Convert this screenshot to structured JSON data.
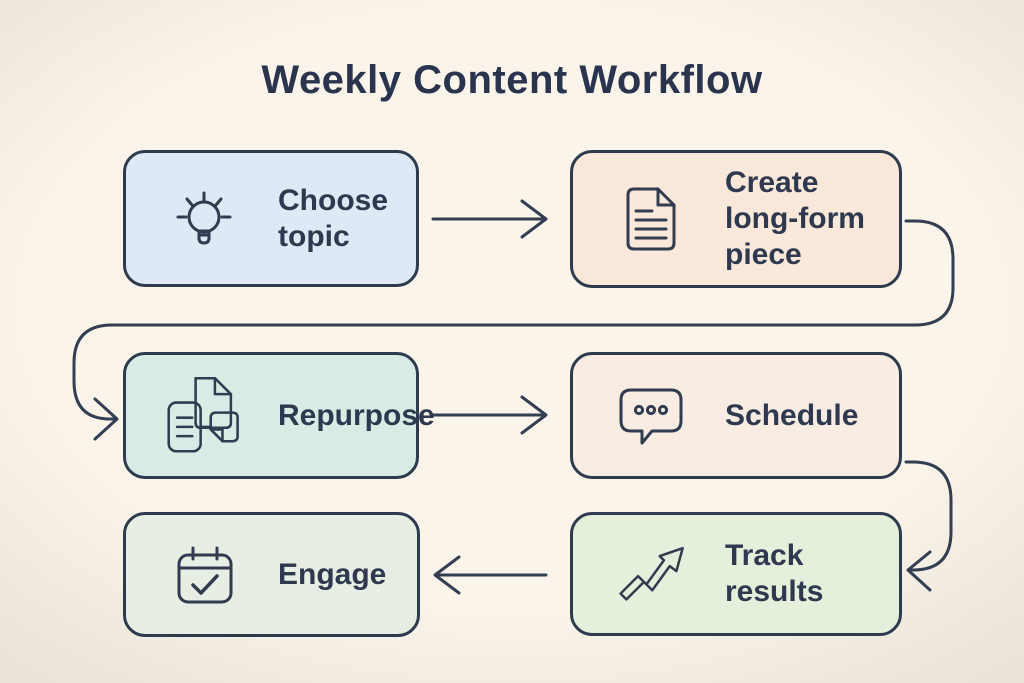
{
  "title": "Weekly Content Workflow",
  "palette": {
    "background": "#faf4ea",
    "outline": "#313c50",
    "arrow": "#333e52",
    "label_text": "#2e3950",
    "title_text": "#2a344e",
    "paper_white": "#fdfbf3",
    "paper_cream": "#fbf2e2",
    "bulb_fill": "#fbe8cb",
    "bubble_fill": "#d9e7f6"
  },
  "nodes": [
    {
      "label": "Choose topic",
      "icon": "lightbulb-icon",
      "fill": "#dfe9f6"
    },
    {
      "label": "Create long-form piece",
      "icon": "document-icon",
      "fill": "#fae8da"
    },
    {
      "label": "Repurpose",
      "icon": "copy-pages-icon",
      "fill": "#d7ece5"
    },
    {
      "label": "Schedule",
      "icon": "speech-bubble-icon",
      "fill": "#f8ece3"
    },
    {
      "label": "Track results",
      "icon": "trend-up-arrow-icon",
      "fill": "#e4f0dc"
    },
    {
      "label": "Engage",
      "icon": "calendar-check-icon",
      "fill": "#e7efe4"
    }
  ],
  "edges": [
    {
      "from": "Choose topic",
      "to": "Create long-form piece",
      "shape": "straight-right"
    },
    {
      "from": "Create long-form piece",
      "to": "Repurpose",
      "shape": "wrap-right-down-left"
    },
    {
      "from": "Repurpose",
      "to": "Schedule",
      "shape": "straight-right"
    },
    {
      "from": "Schedule",
      "to": "Track results",
      "shape": "curve-right-down"
    },
    {
      "from": "Track results",
      "to": "Engage",
      "shape": "straight-left"
    }
  ]
}
